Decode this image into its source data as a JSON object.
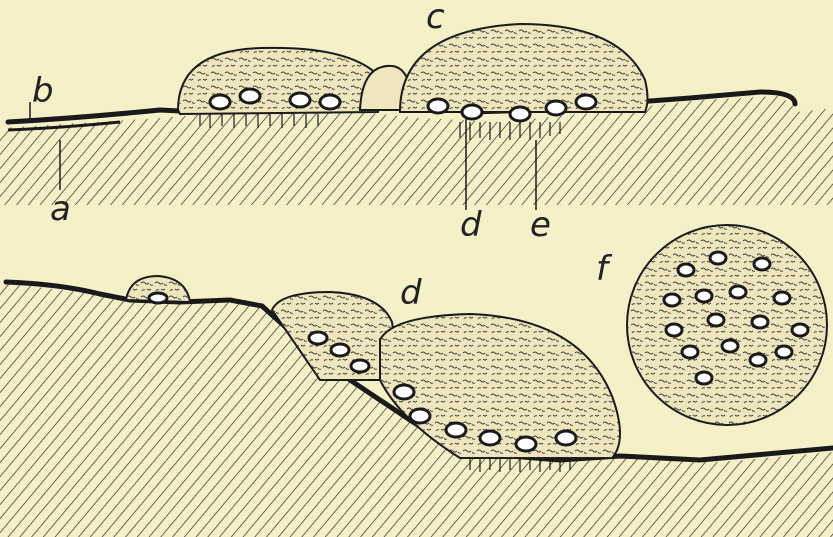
{
  "figure": {
    "colors": {
      "paper": "#f6f0c8",
      "ink": "#2a2a2a",
      "blob": "#efe6bd"
    },
    "labels": {
      "a": "a",
      "b": "b",
      "c": "c",
      "d_top": "d",
      "e": "e",
      "d_bottom": "d",
      "f": "f"
    }
  }
}
